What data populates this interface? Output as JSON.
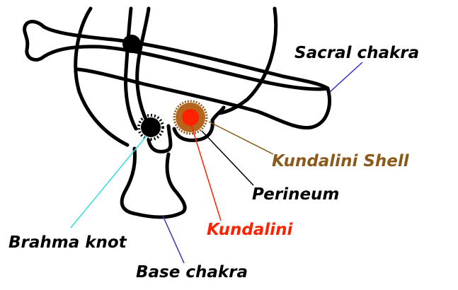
{
  "labels": {
    "sacral_chakra": "Sacral chakra",
    "kundalini_shell": "Kundalini Shell",
    "perineum": "Perineum",
    "kundalini": "Kundalini",
    "brahma_knot": "Brahma knot",
    "base_chakra": "Base chakra"
  },
  "colors": {
    "sacral_chakra_pointer": "#3333cc",
    "kundalini_shell_text": "#8b5a1a",
    "kundalini_shell_fill": "#b5651d",
    "kundalini_text": "#ff2200",
    "kundalini_fill": "#ff2200",
    "perineum_text": "#000000",
    "brahma_knot_pointer": "#33dddd",
    "base_chakra_pointer": "#3333bb",
    "label_text": "#000000"
  }
}
